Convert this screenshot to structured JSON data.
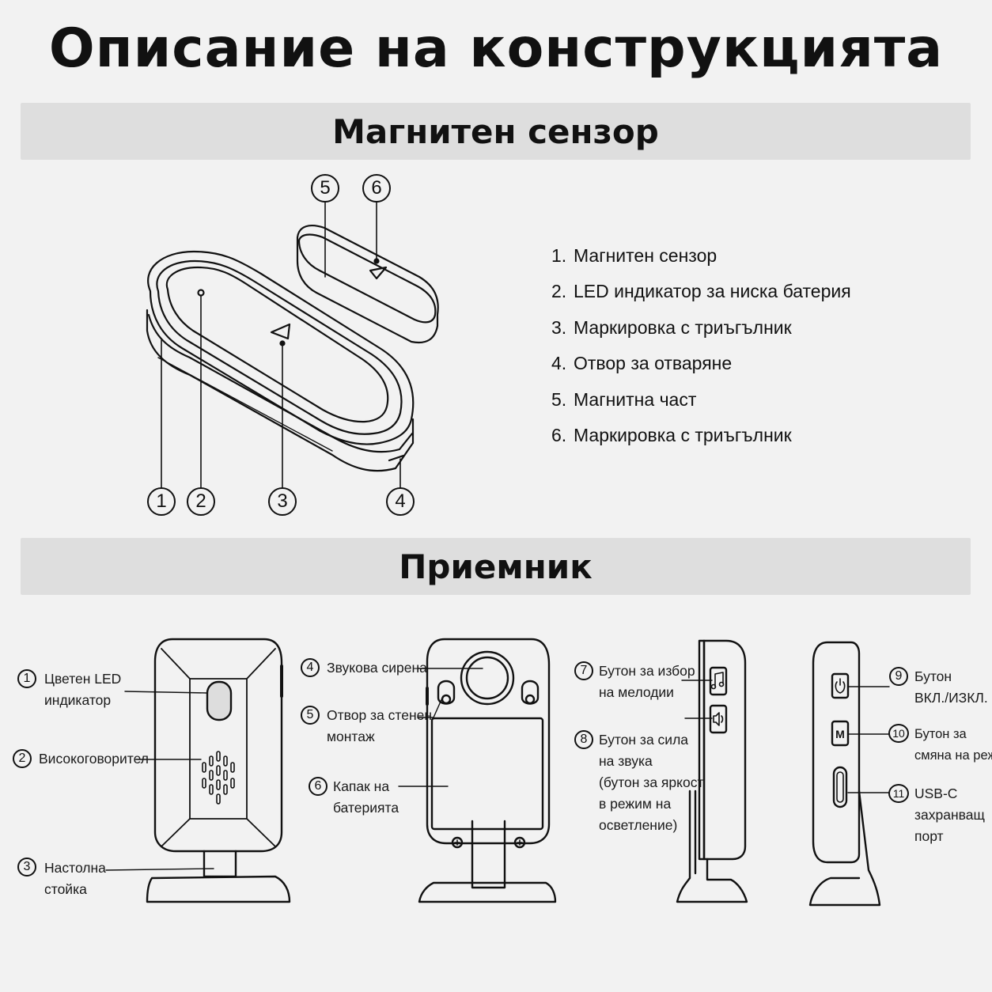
{
  "title": "Описание на конструкцията",
  "sections": {
    "sensor": "Магнитен сензор",
    "receiver": "Приемник"
  },
  "sensor_legend": [
    {
      "num": "1.",
      "text": "Магнитен сензор"
    },
    {
      "num": "2.",
      "text": "LED индикатор за ниска батерия"
    },
    {
      "num": "3.",
      "text": "Маркировка с триъгълник"
    },
    {
      "num": "4.",
      "text": "Отвор за отваряне"
    },
    {
      "num": "5.",
      "text": "Магнитна част"
    },
    {
      "num": "6.",
      "text": "Маркировка с триъгълник"
    }
  ],
  "sensor_callouts": [
    "1",
    "2",
    "3",
    "4",
    "5",
    "6"
  ],
  "receiver_callouts": [
    {
      "num": "1",
      "lines": [
        "Цветен LED",
        "индикатор"
      ]
    },
    {
      "num": "2",
      "lines": [
        "Високоговорител"
      ]
    },
    {
      "num": "3",
      "lines": [
        "Настолна",
        "стойка"
      ]
    },
    {
      "num": "4",
      "lines": [
        "Звукова сирена"
      ]
    },
    {
      "num": "5",
      "lines": [
        "Отвор за стенен",
        "монтаж"
      ]
    },
    {
      "num": "6",
      "lines": [
        "Капак на",
        "батерията"
      ]
    },
    {
      "num": "7",
      "lines": [
        "Бутон за избор",
        "на мелодии"
      ]
    },
    {
      "num": "8",
      "lines": [
        "Бутон за сила",
        "на звука",
        "(бутон за яркост",
        "в режим на",
        "осветление)"
      ]
    },
    {
      "num": "9",
      "lines": [
        "Бутон",
        "ВКЛ./ИЗКЛ."
      ]
    },
    {
      "num": "10",
      "lines": [
        "Бутон за",
        "смяна на режим"
      ]
    },
    {
      "num": "11",
      "lines": [
        "USB-C",
        "захранващ",
        "порт"
      ]
    }
  ],
  "icons": {
    "mode_button_letter": "M",
    "melody_icon": "music-note-icon",
    "volume_icon": "speaker-icon",
    "power_icon": "power-icon"
  }
}
